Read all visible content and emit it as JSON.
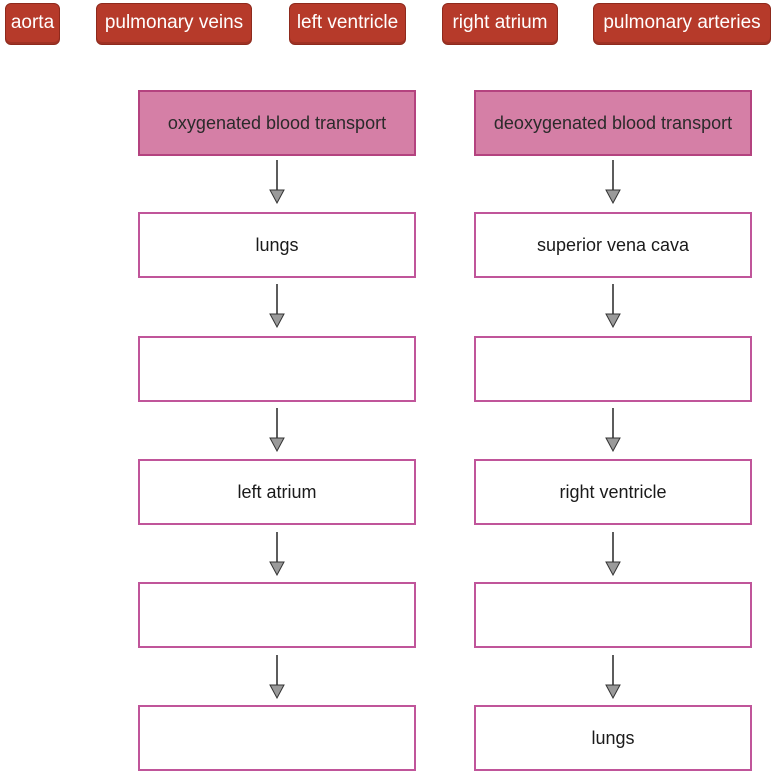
{
  "word_bank": [
    "aorta",
    "pulmonary veins",
    "left ventricle",
    "right atrium",
    "pulmonary arteries"
  ],
  "columns": [
    {
      "header": "oxygenated blood transport",
      "slots": [
        "lungs",
        "",
        "left atrium",
        "",
        ""
      ]
    },
    {
      "header": "deoxygenated blood transport",
      "slots": [
        "superior vena cava",
        "",
        "right ventricle",
        "",
        "lungs"
      ]
    }
  ],
  "colors": {
    "chip_bg": "#b63a2a",
    "header_bg": "#d57fa6",
    "box_border": "#c0559a",
    "arrow_fill": "#9a9a9a"
  },
  "icons": {
    "flow_arrow": "down-arrow-icon"
  }
}
